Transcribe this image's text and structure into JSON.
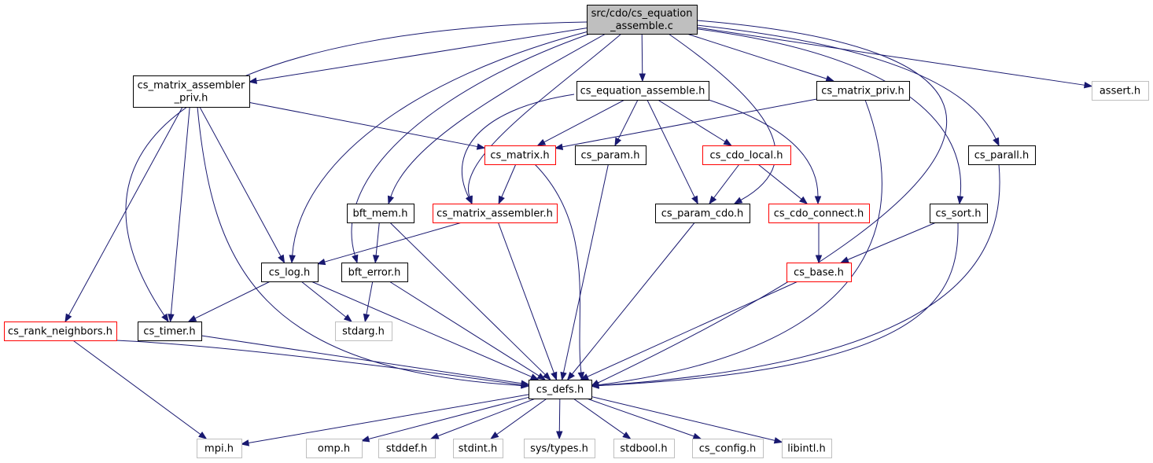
{
  "diagram": {
    "type": "include-dependency-graph",
    "colors": {
      "edge": "#191970",
      "root_fill": "#bfbfbf",
      "root_border": "#000000",
      "normal_border": "#000000",
      "truncated_border": "#ff0000",
      "external_border": "#bfbfbf",
      "external_text": "#000000"
    },
    "nodes": [
      {
        "id": "root",
        "lines": [
          "src/cdo/cs_equation",
          "_assemble.c"
        ],
        "style": "root"
      },
      {
        "id": "mat_asm_priv",
        "lines": [
          "cs_matrix_assembler",
          "_priv.h"
        ],
        "style": "normal"
      },
      {
        "id": "eq_asm_h",
        "lines": [
          "cs_equation_assemble.h"
        ],
        "style": "normal"
      },
      {
        "id": "mat_priv",
        "lines": [
          "cs_matrix_priv.h"
        ],
        "style": "normal"
      },
      {
        "id": "assert",
        "lines": [
          "assert.h"
        ],
        "style": "external"
      },
      {
        "id": "matrix",
        "lines": [
          "cs_matrix.h"
        ],
        "style": "truncated"
      },
      {
        "id": "param",
        "lines": [
          "cs_param.h"
        ],
        "style": "normal"
      },
      {
        "id": "cdo_local",
        "lines": [
          "cs_cdo_local.h"
        ],
        "style": "truncated"
      },
      {
        "id": "parall",
        "lines": [
          "cs_parall.h"
        ],
        "style": "normal"
      },
      {
        "id": "bft_mem",
        "lines": [
          "bft_mem.h"
        ],
        "style": "normal"
      },
      {
        "id": "mat_asm",
        "lines": [
          "cs_matrix_assembler.h"
        ],
        "style": "truncated"
      },
      {
        "id": "param_cdo",
        "lines": [
          "cs_param_cdo.h"
        ],
        "style": "normal"
      },
      {
        "id": "cdo_connect",
        "lines": [
          "cs_cdo_connect.h"
        ],
        "style": "truncated"
      },
      {
        "id": "sort",
        "lines": [
          "cs_sort.h"
        ],
        "style": "normal"
      },
      {
        "id": "log",
        "lines": [
          "cs_log.h"
        ],
        "style": "normal"
      },
      {
        "id": "bft_error",
        "lines": [
          "bft_error.h"
        ],
        "style": "normal"
      },
      {
        "id": "base",
        "lines": [
          "cs_base.h"
        ],
        "style": "truncated"
      },
      {
        "id": "rank_nb",
        "lines": [
          "cs_rank_neighbors.h"
        ],
        "style": "truncated"
      },
      {
        "id": "timer",
        "lines": [
          "cs_timer.h"
        ],
        "style": "normal"
      },
      {
        "id": "stdarg",
        "lines": [
          "stdarg.h"
        ],
        "style": "external"
      },
      {
        "id": "defs",
        "lines": [
          "cs_defs.h"
        ],
        "style": "normal"
      },
      {
        "id": "mpi",
        "lines": [
          "mpi.h"
        ],
        "style": "external"
      },
      {
        "id": "omp",
        "lines": [
          "omp.h"
        ],
        "style": "external"
      },
      {
        "id": "stddef",
        "lines": [
          "stddef.h"
        ],
        "style": "external"
      },
      {
        "id": "stdint",
        "lines": [
          "stdint.h"
        ],
        "style": "external"
      },
      {
        "id": "systypes",
        "lines": [
          "sys/types.h"
        ],
        "style": "external"
      },
      {
        "id": "stdbool",
        "lines": [
          "stdbool.h"
        ],
        "style": "external"
      },
      {
        "id": "config",
        "lines": [
          "cs_config.h"
        ],
        "style": "external"
      },
      {
        "id": "libintl",
        "lines": [
          "libintl.h"
        ],
        "style": "external"
      }
    ],
    "edges": [
      [
        "root",
        "mat_asm_priv"
      ],
      [
        "root",
        "eq_asm_h"
      ],
      [
        "root",
        "mat_priv"
      ],
      [
        "root",
        "assert"
      ],
      [
        "root",
        "log"
      ],
      [
        "root",
        "timer"
      ],
      [
        "root",
        "bft_error"
      ],
      [
        "root",
        "bft_mem"
      ],
      [
        "root",
        "mat_asm"
      ],
      [
        "root",
        "param_cdo"
      ],
      [
        "root",
        "parall"
      ],
      [
        "root",
        "sort"
      ],
      [
        "root",
        "defs"
      ],
      [
        "mat_asm_priv",
        "matrix"
      ],
      [
        "mat_asm_priv",
        "log"
      ],
      [
        "mat_asm_priv",
        "timer"
      ],
      [
        "mat_asm_priv",
        "rank_nb"
      ],
      [
        "mat_asm_priv",
        "defs"
      ],
      [
        "eq_asm_h",
        "matrix"
      ],
      [
        "eq_asm_h",
        "param"
      ],
      [
        "eq_asm_h",
        "cdo_local"
      ],
      [
        "eq_asm_h",
        "param_cdo"
      ],
      [
        "eq_asm_h",
        "cdo_connect"
      ],
      [
        "eq_asm_h",
        "mat_asm"
      ],
      [
        "mat_priv",
        "matrix"
      ],
      [
        "mat_priv",
        "defs"
      ],
      [
        "matrix",
        "mat_asm"
      ],
      [
        "matrix",
        "defs"
      ],
      [
        "param",
        "defs"
      ],
      [
        "cdo_local",
        "param_cdo"
      ],
      [
        "cdo_local",
        "cdo_connect"
      ],
      [
        "parall",
        "defs"
      ],
      [
        "bft_mem",
        "bft_error"
      ],
      [
        "bft_mem",
        "defs"
      ],
      [
        "mat_asm",
        "log"
      ],
      [
        "mat_asm",
        "defs"
      ],
      [
        "param_cdo",
        "defs"
      ],
      [
        "cdo_connect",
        "base"
      ],
      [
        "sort",
        "base"
      ],
      [
        "sort",
        "defs"
      ],
      [
        "log",
        "timer"
      ],
      [
        "log",
        "stdarg"
      ],
      [
        "log",
        "defs"
      ],
      [
        "bft_error",
        "stdarg"
      ],
      [
        "bft_error",
        "defs"
      ],
      [
        "base",
        "defs"
      ],
      [
        "rank_nb",
        "mpi"
      ],
      [
        "rank_nb",
        "defs"
      ],
      [
        "timer",
        "defs"
      ],
      [
        "defs",
        "mpi"
      ],
      [
        "defs",
        "omp"
      ],
      [
        "defs",
        "stddef"
      ],
      [
        "defs",
        "stdint"
      ],
      [
        "defs",
        "systypes"
      ],
      [
        "defs",
        "stdbool"
      ],
      [
        "defs",
        "config"
      ],
      [
        "defs",
        "libintl"
      ]
    ]
  }
}
